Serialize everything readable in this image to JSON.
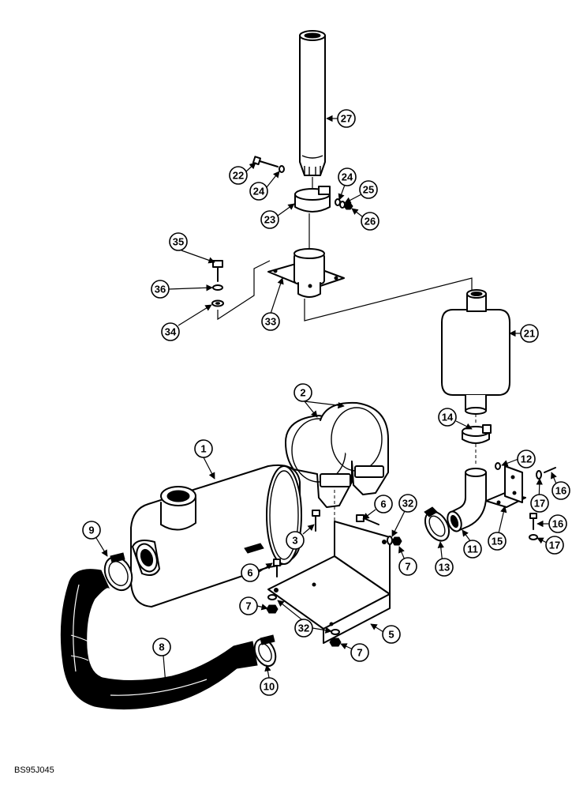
{
  "figure_code": "BS95J045",
  "callouts": {
    "c1": "1",
    "c2": "2",
    "c3": "3",
    "c5": "5",
    "c6a": "6",
    "c6b": "6",
    "c7a": "7",
    "c7b": "7",
    "c7c": "7",
    "c8": "8",
    "c9": "9",
    "c10": "10",
    "c11": "11",
    "c12": "12",
    "c13": "13",
    "c14": "14",
    "c15": "15",
    "c16a": "16",
    "c16b": "16",
    "c17a": "17",
    "c17b": "17",
    "c21": "21",
    "c22": "22",
    "c23": "23",
    "c24a": "24",
    "c24b": "24",
    "c25": "25",
    "c26": "26",
    "c27": "27",
    "c32a": "32",
    "c32b": "32",
    "c33": "33",
    "c34": "34",
    "c35": "35",
    "c36": "36"
  }
}
